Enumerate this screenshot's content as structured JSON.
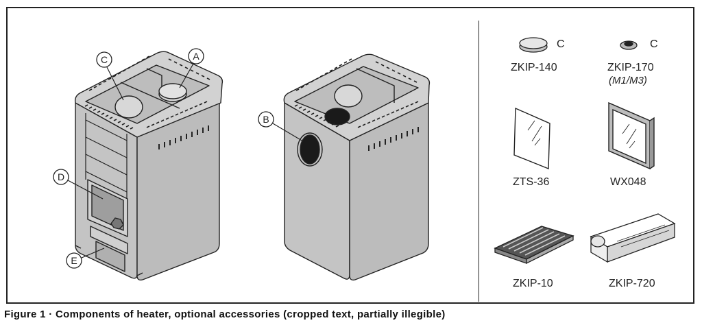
{
  "callouts": {
    "a": "A",
    "b": "B",
    "c": "C",
    "d": "D",
    "e": "E"
  },
  "accessories": [
    {
      "name": "ZKIP-140",
      "suffix": "C",
      "note": ""
    },
    {
      "name": "ZKIP-170",
      "suffix": "C",
      "note": "(M1/M3)"
    },
    {
      "name": "ZTS-36"
    },
    {
      "name": "WX048"
    },
    {
      "name": "ZKIP-10"
    },
    {
      "name": "ZKIP-720"
    }
  ],
  "caption": "Figure 1 · Components of heater, optional accessories (cropped text, partially illegible)",
  "colors": {
    "body": "#c8c8c8",
    "body_dark": "#b4b4b4",
    "top": "#d4d4d4",
    "line": "#222222"
  }
}
